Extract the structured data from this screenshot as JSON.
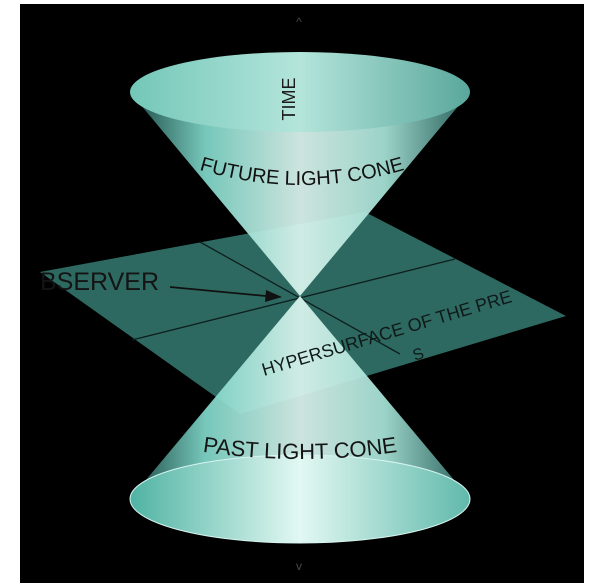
{
  "diagram": {
    "labels": {
      "time": "TIME",
      "future_cone": "FUTURE LIGHT CONE",
      "observer": "BSERVER",
      "hypersurface": "HYPERSURFACE OF THE PRESENT",
      "past_cone": "PAST LIGHT CONE",
      "space_cut": "S"
    },
    "markers": {
      "top_arrow": "^",
      "bottom_arrow": "v"
    },
    "colors": {
      "background": "#000000",
      "cone_light": "#cdeee6",
      "cone_mid": "#88dccf",
      "plane": "#2f6f66"
    }
  }
}
